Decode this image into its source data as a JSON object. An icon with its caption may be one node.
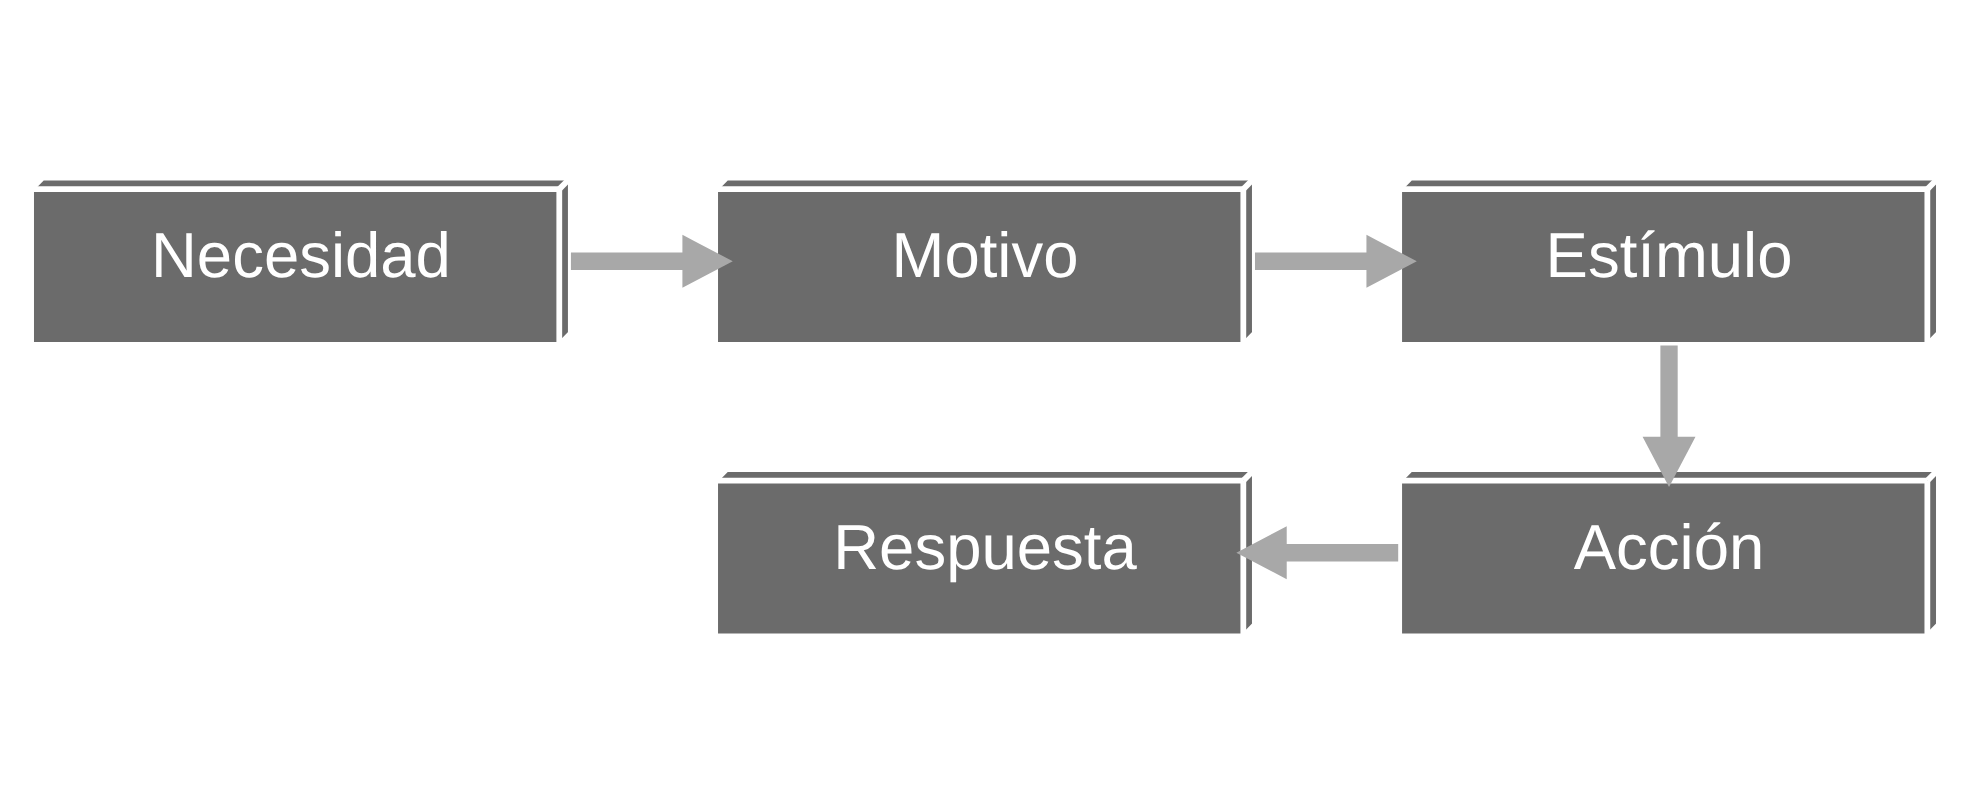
{
  "diagram": {
    "nodes": [
      {
        "text": [
          "Necesidad"
        ]
      },
      {
        "text": [
          "Motivo"
        ]
      },
      {
        "text": [
          "Estímulo"
        ]
      },
      {
        "text": [
          "Acción"
        ]
      },
      {
        "text": [
          "Respuesta"
        ]
      }
    ],
    "edges": [
      {
        "from": 0,
        "to": 1,
        "arrow": "to"
      },
      {
        "from": 1,
        "to": 2,
        "arrow": "to"
      },
      {
        "from": 2,
        "to": 3,
        "arrow": "to"
      },
      {
        "from": 3,
        "to": 4,
        "arrow": "to"
      }
    ]
  }
}
